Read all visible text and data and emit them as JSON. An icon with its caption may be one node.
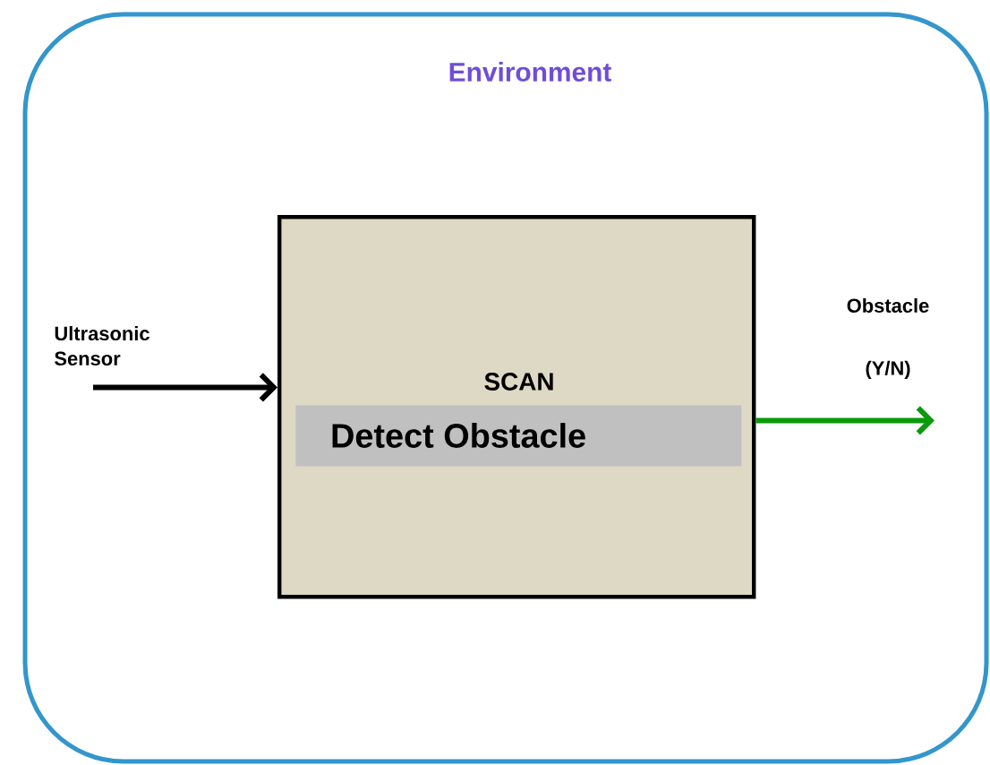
{
  "diagram": {
    "nodes": [
      {
        "text": [
          "Environment"
        ]
      },
      {
        "text": [
          "SCAN"
        ],
        "in": 0
      },
      {
        "text": [
          "Detect Obstacle"
        ],
        "in": 1
      },
      {
        "text": [
          "Ultrasonic Sensor"
        ],
        "in": 0
      },
      {
        "text": [
          "Obstacle (Y/N)"
        ],
        "in": 0
      }
    ],
    "edges": [
      {
        "from": 3,
        "to": 1,
        "arrow": "to"
      },
      {
        "from": 1,
        "to": 4,
        "arrow": "to",
        "color": "#0a9a0a"
      }
    ]
  }
}
